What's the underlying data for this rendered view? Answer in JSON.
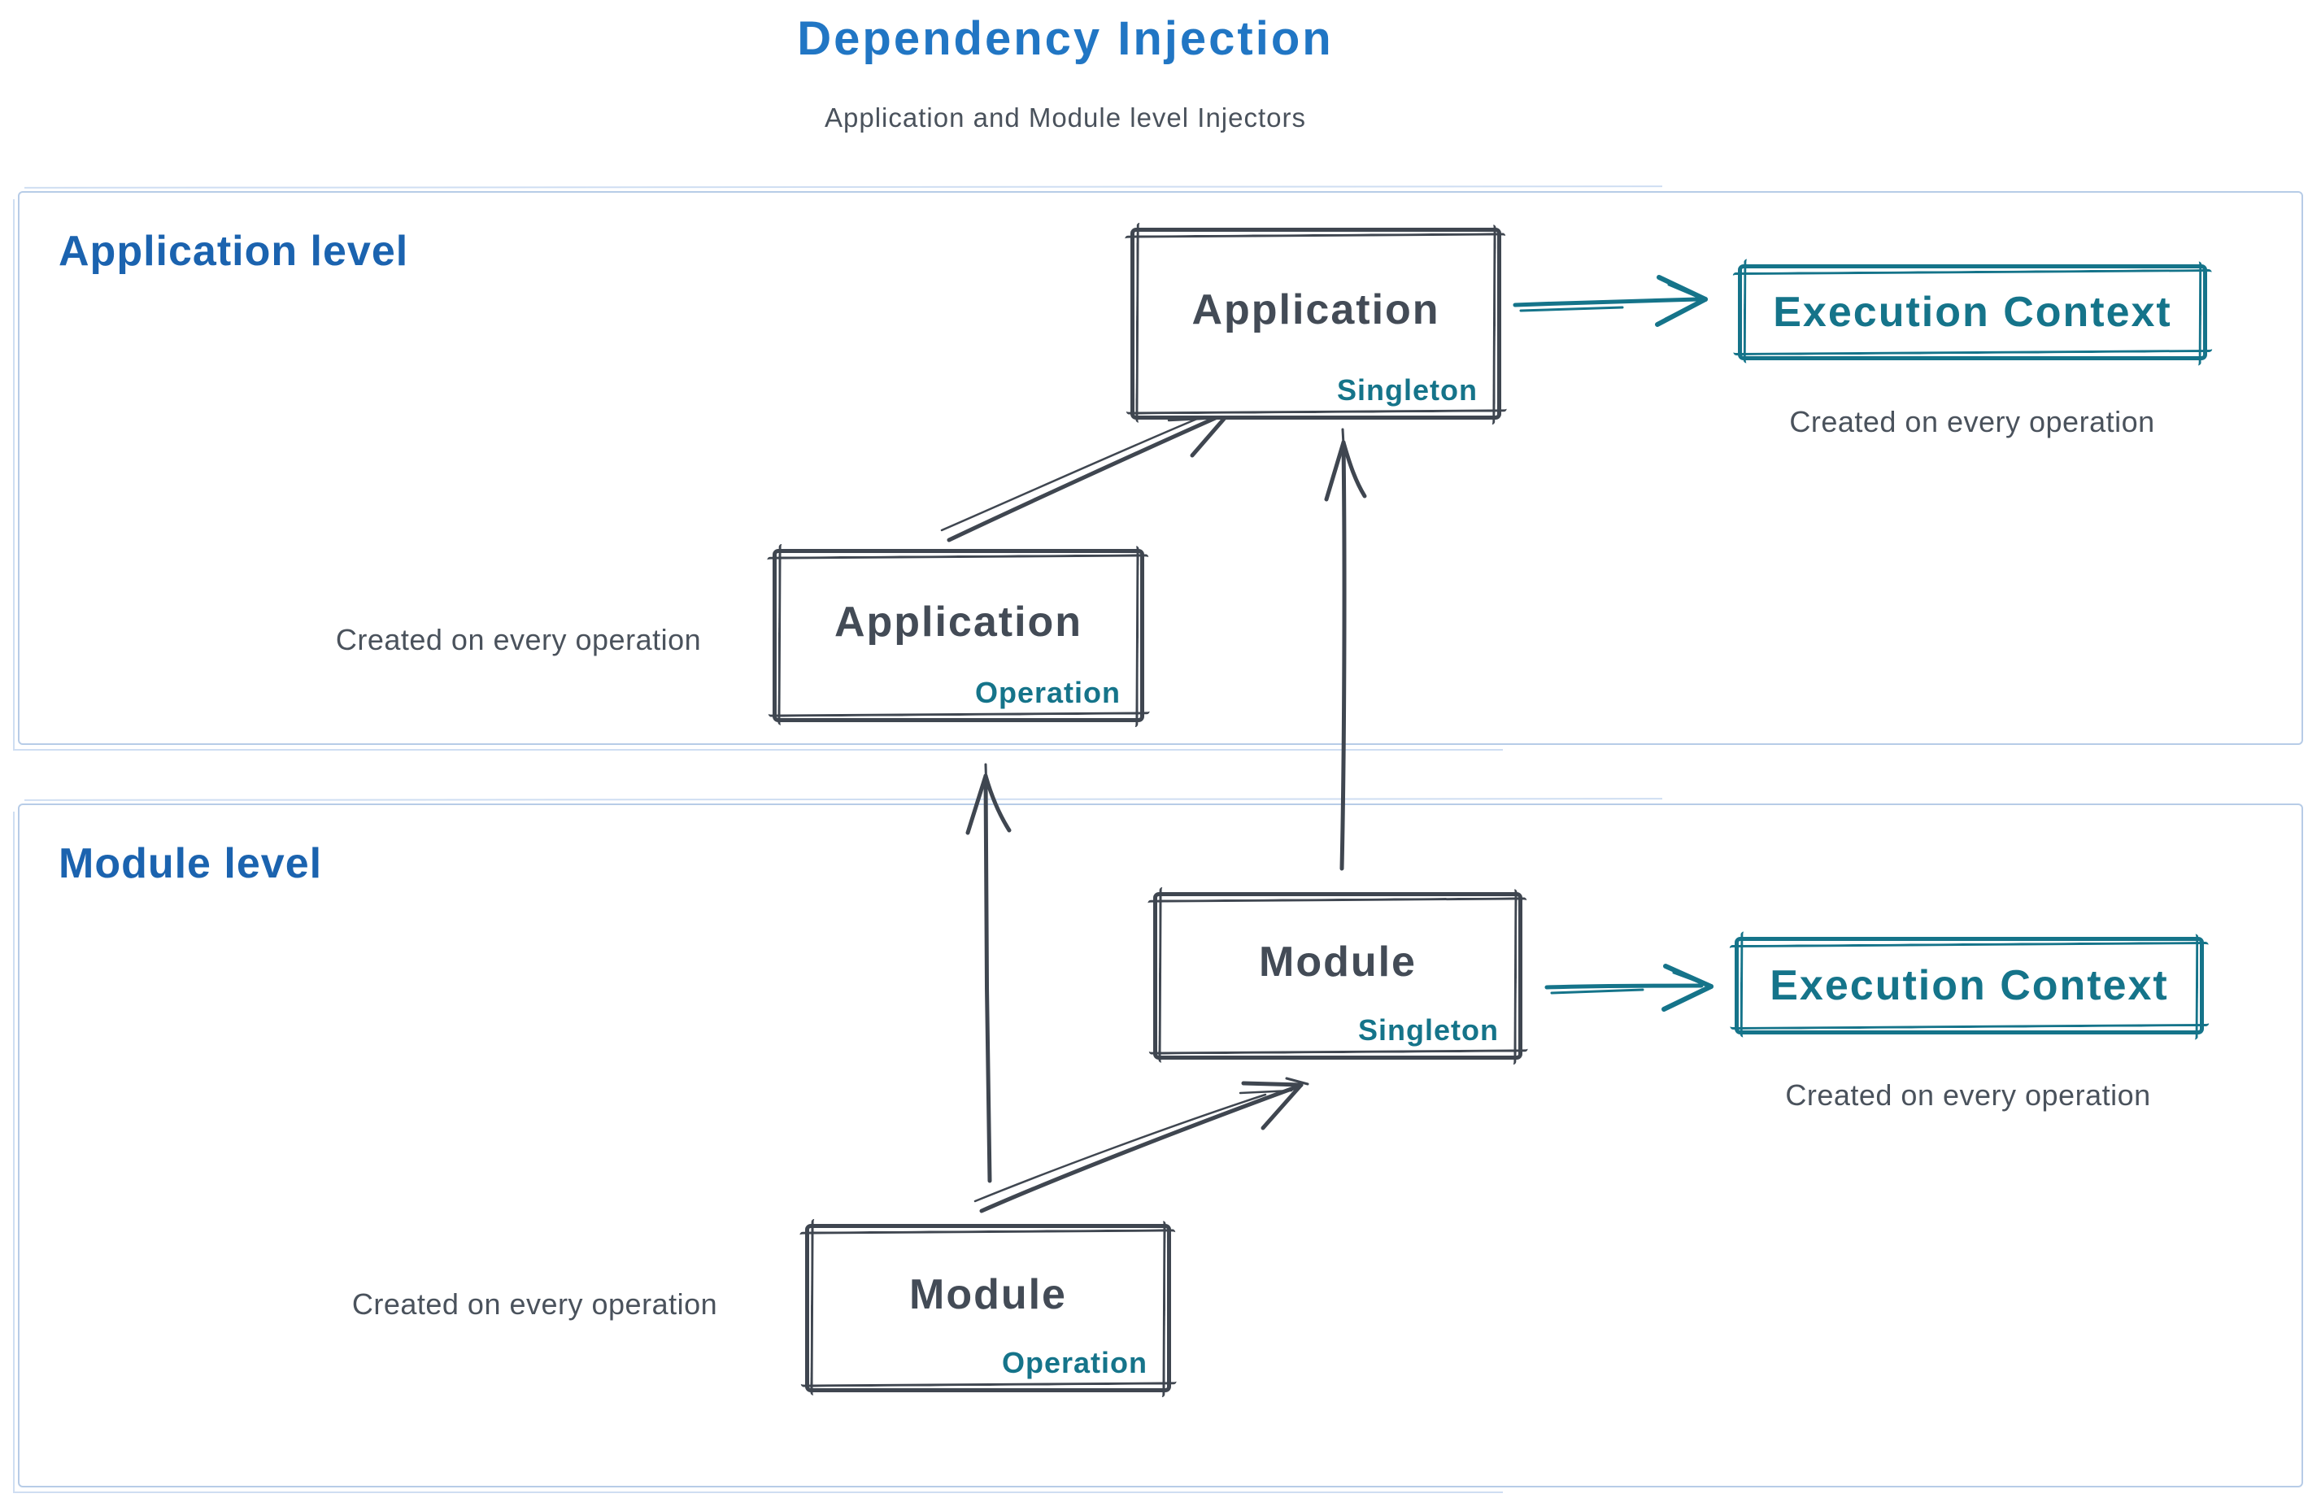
{
  "title": "Dependency Injection",
  "subtitle": "Application and Module level Injectors",
  "colors": {
    "title_blue": "#2176c4",
    "section_label_blue": "#1b63af",
    "teal": "#15748a",
    "ink": "#3f4650",
    "frame_blue": "#b7cce7"
  },
  "application": {
    "section_label": "Application level",
    "singleton": {
      "title": "Application",
      "badge": "Singleton"
    },
    "operation": {
      "title": "Application",
      "badge": "Operation"
    },
    "operation_caption": "Created on every operation",
    "execution_context": {
      "title": "Execution Context",
      "caption": "Created on every operation"
    }
  },
  "module": {
    "section_label": "Module level",
    "singleton": {
      "title": "Module",
      "badge": "Singleton"
    },
    "operation": {
      "title": "Module",
      "badge": "Operation"
    },
    "operation_caption": "Created on every operation",
    "execution_context": {
      "title": "Execution Context",
      "caption": "Created on every operation"
    }
  },
  "edges": [
    {
      "from": "application-operation",
      "to": "application-singleton"
    },
    {
      "from": "application-singleton",
      "to": "application-execution-context"
    },
    {
      "from": "module-operation",
      "to": "application-operation"
    },
    {
      "from": "module-singleton",
      "to": "application-singleton"
    },
    {
      "from": "module-operation",
      "to": "module-singleton"
    },
    {
      "from": "module-singleton",
      "to": "module-execution-context"
    }
  ]
}
